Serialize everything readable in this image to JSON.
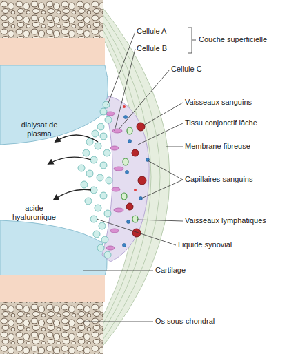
{
  "diagram": {
    "labels": [
      "Cellule A",
      "Cellule B",
      "Couche superficielle",
      "Cellule C",
      "Vaisseaux sanguins",
      "dialysat de plasma",
      "Tissu conjonctif lâche",
      "Membrane fibreuse",
      "Capillaires sanguins",
      "acide hyaluronique",
      "Vaisseaux lymphatiques",
      "Liquide synovial",
      "Cartilage",
      "Os sous-chondral"
    ]
  }
}
